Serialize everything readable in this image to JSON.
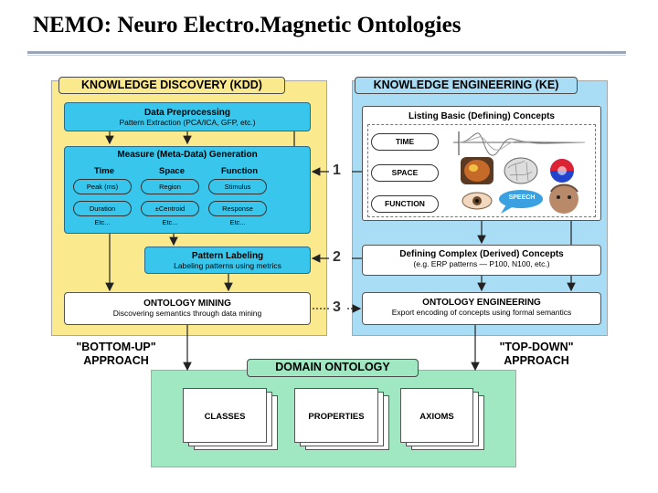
{
  "title": "NEMO: Neuro Electro.Magnetic Ontologies",
  "kdd": {
    "title": "KNOWLEDGE DISCOVERY (KDD)",
    "data_preprocessing": {
      "title": "Data Preprocessing",
      "subtitle": "Pattern Extraction (PCA/ICA, GFP, etc.)"
    },
    "measure": {
      "title": "Measure (Meta-Data) Generation",
      "columns": [
        {
          "header": "Time",
          "items": [
            "Peak (ms)",
            "Duration"
          ],
          "etc": "Etc..."
        },
        {
          "header": "Space",
          "items": [
            "Region",
            "±Centroid"
          ],
          "etc": "Etc..."
        },
        {
          "header": "Function",
          "items": [
            "Stimulus",
            "Response"
          ],
          "etc": "Etc..."
        }
      ]
    },
    "pattern_labeling": {
      "title": "Pattern Labeling",
      "subtitle": "Labeling patterns using metrics"
    },
    "ontology_mining": {
      "title": "ONTOLOGY MINING",
      "subtitle": "Discovering semantics through data mining"
    }
  },
  "ke": {
    "title": "KNOWLEDGE ENGINEERING (KE)",
    "listing": {
      "title": "Listing Basic (Defining) Concepts",
      "concepts": [
        "TIME",
        "SPACE",
        "FUNCTION"
      ],
      "speech_bubble": "SPEECH"
    },
    "defining": {
      "title": "Defining Complex (Derived) Concepts",
      "subtitle": "(e.g. ERP patterns — P100, N100, etc.)"
    },
    "ontology_engineering": {
      "title": "ONTOLOGY ENGINEERING",
      "subtitle": "Export encoding of concepts using formal semantics"
    }
  },
  "links": [
    "1",
    "2",
    "3"
  ],
  "approaches": {
    "bottom_up": [
      "\"BOTTOM-UP\"",
      "APPROACH"
    ],
    "top_down": [
      "\"TOP-DOWN\"",
      "APPROACH"
    ]
  },
  "domain": {
    "title": "DOMAIN ONTOLOGY",
    "documents": [
      "CLASSES",
      "PROPERTIES",
      "AXIOMS"
    ]
  },
  "colors": {
    "kdd_bg": "#fbe98e",
    "ke_bg": "#a9dcf5",
    "domain_bg": "#9fe8c2",
    "box_cyan": "#38c6ec"
  }
}
